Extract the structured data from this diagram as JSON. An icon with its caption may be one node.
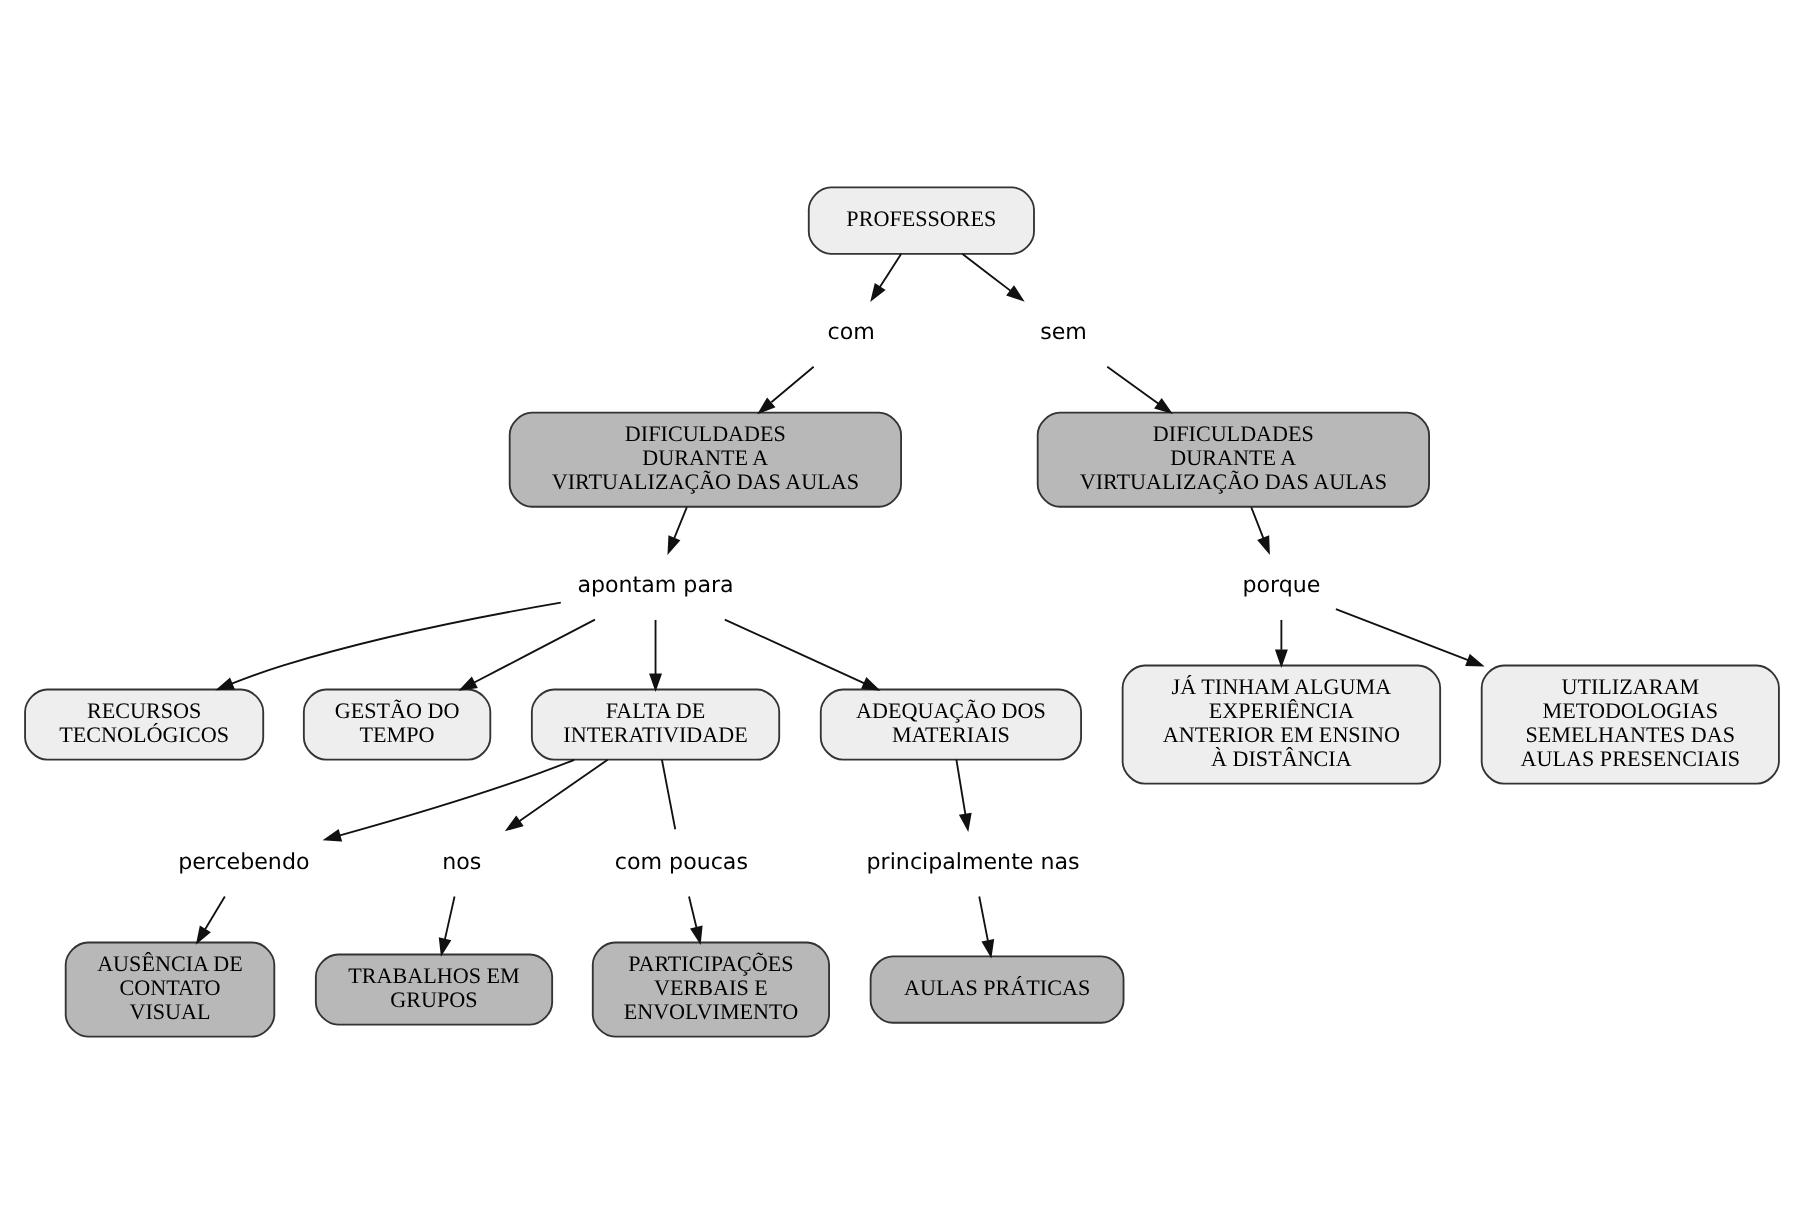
{
  "diagram": {
    "nodes": [
      {
        "text": [
          "PROFESSORES"
        ]
      },
      {
        "text": [
          "com"
        ]
      },
      {
        "text": [
          "sem"
        ]
      },
      {
        "text": [
          "DIFICULDADES DURANTE A VIRTUALIZAÇÃO DAS AULAS"
        ]
      },
      {
        "text": [
          "DIFICULDADES DURANTE A VIRTUALIZAÇÃO DAS AULAS"
        ]
      },
      {
        "text": [
          "apontam para"
        ]
      },
      {
        "text": [
          "porque"
        ]
      },
      {
        "text": [
          "RECURSOS TECNOLÓGICOS"
        ]
      },
      {
        "text": [
          "JÁ TINHAM ALGUMA EXPERIÊNCIA ANTERIOR EM ENSINO À DISTÂNCIA"
        ]
      },
      {
        "text": [
          "GESTÃO DO TEMPO"
        ]
      },
      {
        "text": [
          "AUSÊNCIA DE CONTATO VISUAL"
        ]
      },
      {
        "text": [
          "UTILIZARAM METODOLOGIAS SEMELHANTES DAS AULAS PRESENCIAIS"
        ]
      },
      {
        "text": [
          "FALTA DE INTERATIVIDADE"
        ]
      },
      {
        "text": [
          "percebendo"
        ]
      },
      {
        "text": [
          "ADEQUAÇÃO DOS MATERIAIS"
        ]
      },
      {
        "text": [
          "nos"
        ]
      },
      {
        "text": [
          "com poucas"
        ]
      },
      {
        "text": [
          "TRABALHOS EM GRUPOS"
        ]
      },
      {
        "text": [
          "principalmente nas"
        ]
      },
      {
        "text": [
          "PARTICIPAÇÕES VERBAIS E ENVOLVIMENTO"
        ]
      },
      {
        "text": [
          "AULAS PRÁTICAS"
        ]
      }
    ],
    "edges": [
      {
        "from": 0,
        "to": 1,
        "arrow": "to"
      },
      {
        "from": 0,
        "to": 2,
        "arrow": "to"
      },
      {
        "from": 1,
        "to": 3,
        "arrow": "to"
      },
      {
        "from": 2,
        "to": 4,
        "arrow": "to"
      },
      {
        "from": 3,
        "to": 5,
        "arrow": "to"
      },
      {
        "from": 4,
        "to": 6,
        "arrow": "to"
      },
      {
        "from": 5,
        "to": 7,
        "arrow": "to"
      },
      {
        "from": 5,
        "to": 9,
        "arrow": "to"
      },
      {
        "from": 5,
        "to": 12,
        "arrow": "to"
      },
      {
        "from": 5,
        "to": 14,
        "arrow": "to"
      },
      {
        "from": 6,
        "to": 8,
        "arrow": "to"
      },
      {
        "from": 6,
        "to": 11,
        "arrow": "to"
      },
      {
        "from": 12,
        "to": 13,
        "arrow": "to"
      },
      {
        "from": 13,
        "to": 10,
        "arrow": "to"
      },
      {
        "from": 12,
        "to": 15,
        "arrow": "to"
      },
      {
        "from": 15,
        "to": 17,
        "arrow": "to"
      },
      {
        "from": 12,
        "to": 16,
        "arrow": "none"
      },
      {
        "from": 16,
        "to": 19,
        "arrow": "to"
      },
      {
        "from": 14,
        "to": 18,
        "arrow": "to"
      },
      {
        "from": 18,
        "to": 20,
        "arrow": "to"
      }
    ]
  }
}
